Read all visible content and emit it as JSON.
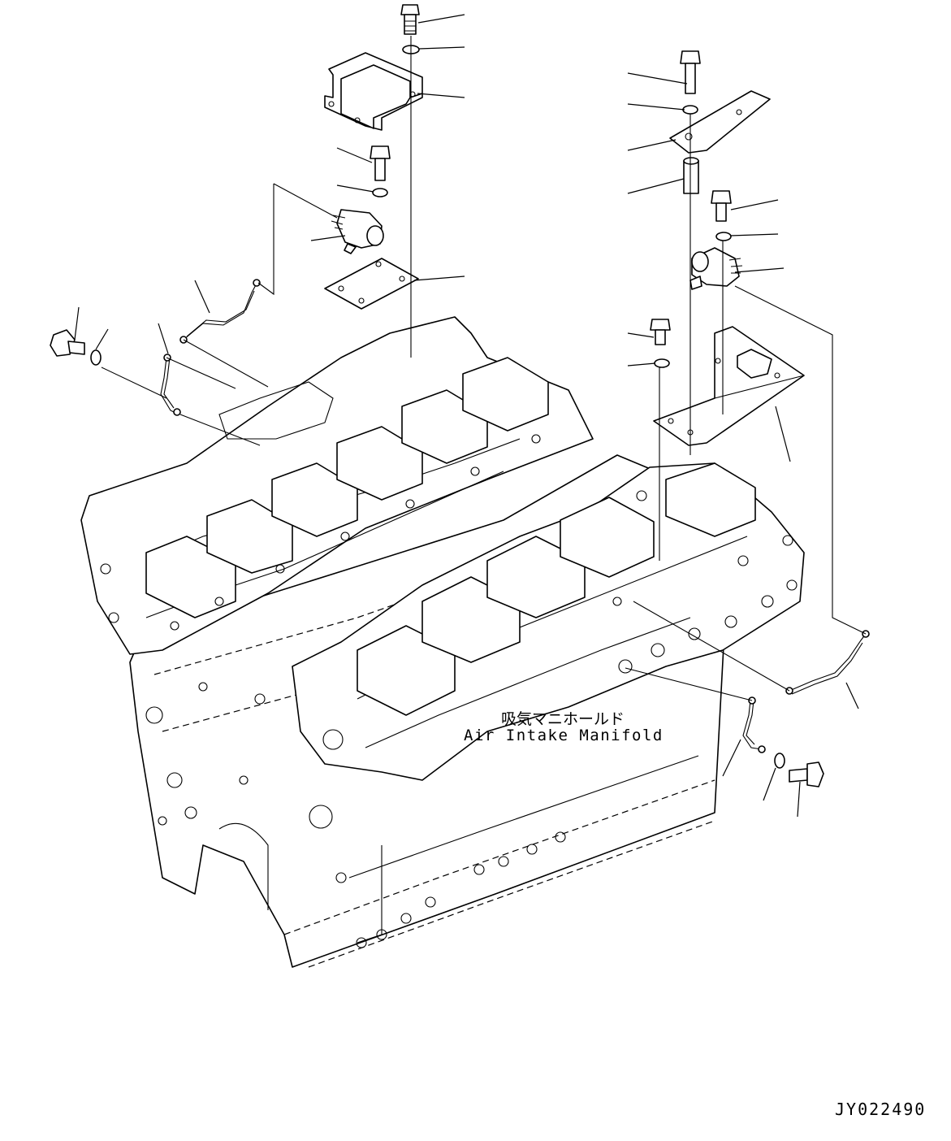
{
  "annotations": {
    "manifold_jp": "吸気マニホールド",
    "manifold_en": "Air Intake Manifold"
  },
  "drawing_code": "JY022490"
}
